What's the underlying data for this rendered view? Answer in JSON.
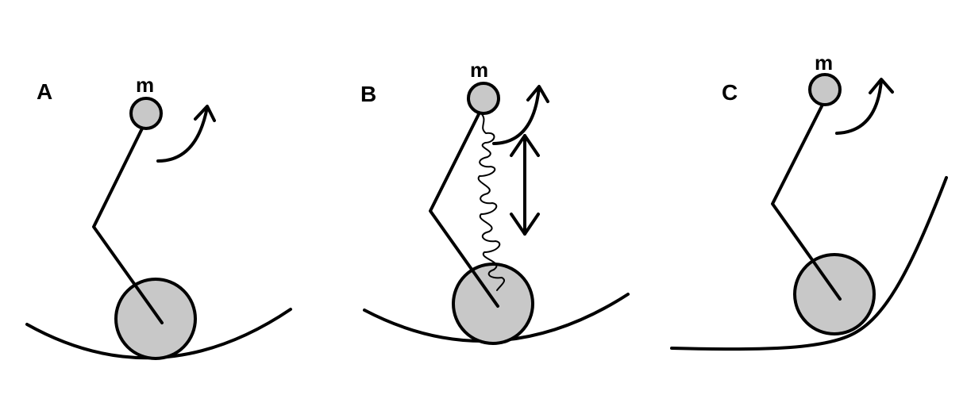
{
  "colors": {
    "fill": "#c8c8c8",
    "stroke": "#000000",
    "background": "#ffffff"
  },
  "panels": [
    {
      "label": "A",
      "mass_label": "m"
    },
    {
      "label": "B",
      "mass_label": "m"
    },
    {
      "label": "C",
      "mass_label": "m"
    }
  ]
}
